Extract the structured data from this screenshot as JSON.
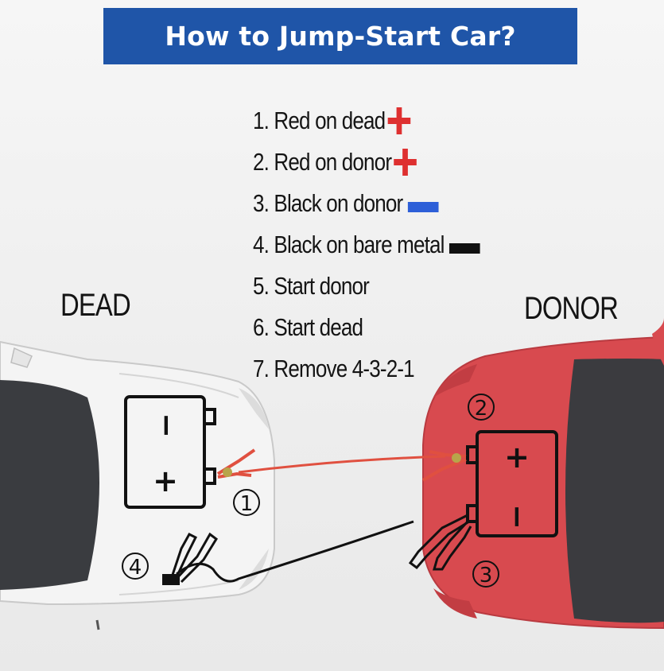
{
  "title": "How to Jump-Start Car?",
  "steps": [
    {
      "text": "1. Red on dead",
      "marker": "red-plus"
    },
    {
      "text": "2. Red on donor",
      "marker": "red-plus"
    },
    {
      "text": "3. Black on donor",
      "marker": "blue-bar"
    },
    {
      "text": "4. Black on bare metal",
      "marker": "black-bar"
    },
    {
      "text": "5. Start donor",
      "marker": ""
    },
    {
      "text": "6. Start dead",
      "marker": ""
    },
    {
      "text": "7. Remove 4-3-2-1",
      "marker": ""
    }
  ],
  "labels": {
    "dead": "DEAD",
    "donor": "DONOR"
  },
  "batteries": {
    "dead": {
      "top_terminal": "−",
      "bottom_terminal": "+"
    },
    "donor": {
      "top_terminal": "+",
      "bottom_terminal": "−"
    }
  },
  "callouts": {
    "one": "1",
    "two": "2",
    "three": "3",
    "four": "4"
  },
  "colors": {
    "banner": "#1f55a8",
    "red": "#de3030",
    "blue": "#2d5fd8",
    "black": "#111111",
    "donor_car": "#d84a4f",
    "dead_car": "#f4f4f4",
    "red_cable": "#e05040"
  }
}
